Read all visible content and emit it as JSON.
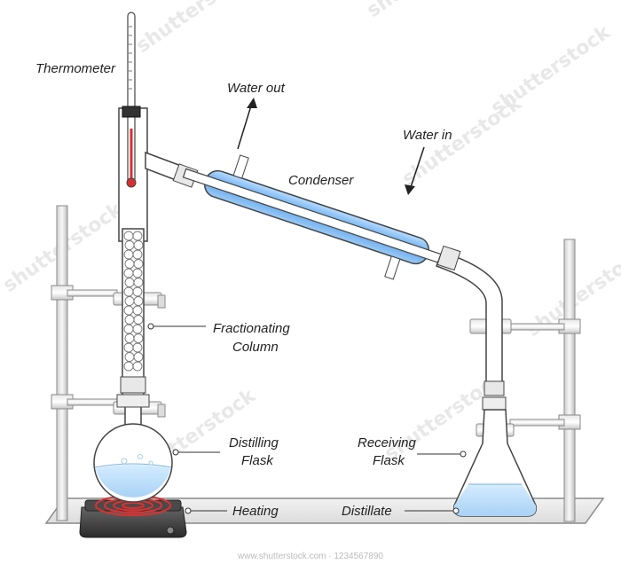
{
  "labels": {
    "thermometer": "Thermometer",
    "water_out": "Water out",
    "water_in": "Water in",
    "condenser": "Condenser",
    "fractionating_line1": "Fractionating",
    "fractionating_line2": "Column",
    "distilling_line1": "Distilling",
    "distilling_line2": "Flask",
    "receiving_line1": "Receiving",
    "receiving_line2": "Flask",
    "heating": "Heating",
    "distillate": "Distillate"
  },
  "watermark": {
    "text": "shutterstock",
    "footer": "www.shutterstock.com · 1234567890"
  },
  "colors": {
    "coolant": "#66aaee",
    "heater_coil": "#e03030",
    "thermo_red": "#d83030",
    "glass": "#ffffff",
    "outline": "#444444",
    "bench": "#eeeeee"
  }
}
